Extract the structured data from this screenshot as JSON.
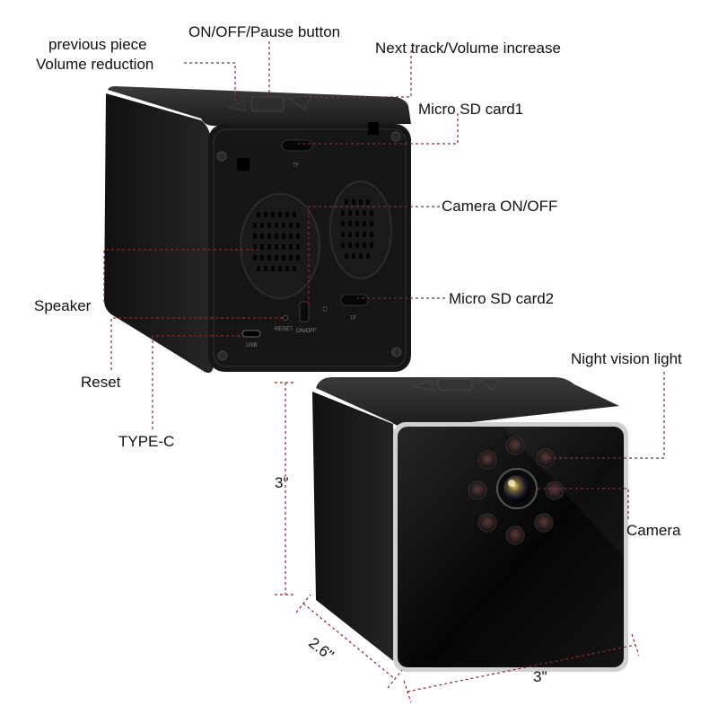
{
  "labels": {
    "previous_piece": "previous piece",
    "volume_reduction": "Volume reduction",
    "on_off_pause": "ON/OFF/Pause button",
    "next_track": "Next track/Volume increase",
    "micro_sd_card1": "Micro SD card1",
    "camera_on_off": "Camera ON/OFF",
    "speaker": "Speaker",
    "micro_sd_card2": "Micro SD card2",
    "reset": "Reset",
    "type_c": "TYPE-C",
    "night_vision_light": "Night vision light",
    "camera": "Camera"
  },
  "dimensions": {
    "height": "3\"",
    "depth": "2.6\"",
    "width": "3\""
  },
  "device_markings": {
    "tf_top": "TF",
    "tf_bottom": "TF",
    "reset": "RESET",
    "on_off": "ON/OFF",
    "usb": "USB"
  },
  "colors": {
    "body": "#1b1b1b",
    "leader": "#8a2a2a",
    "rim": "#bfbfbf"
  }
}
